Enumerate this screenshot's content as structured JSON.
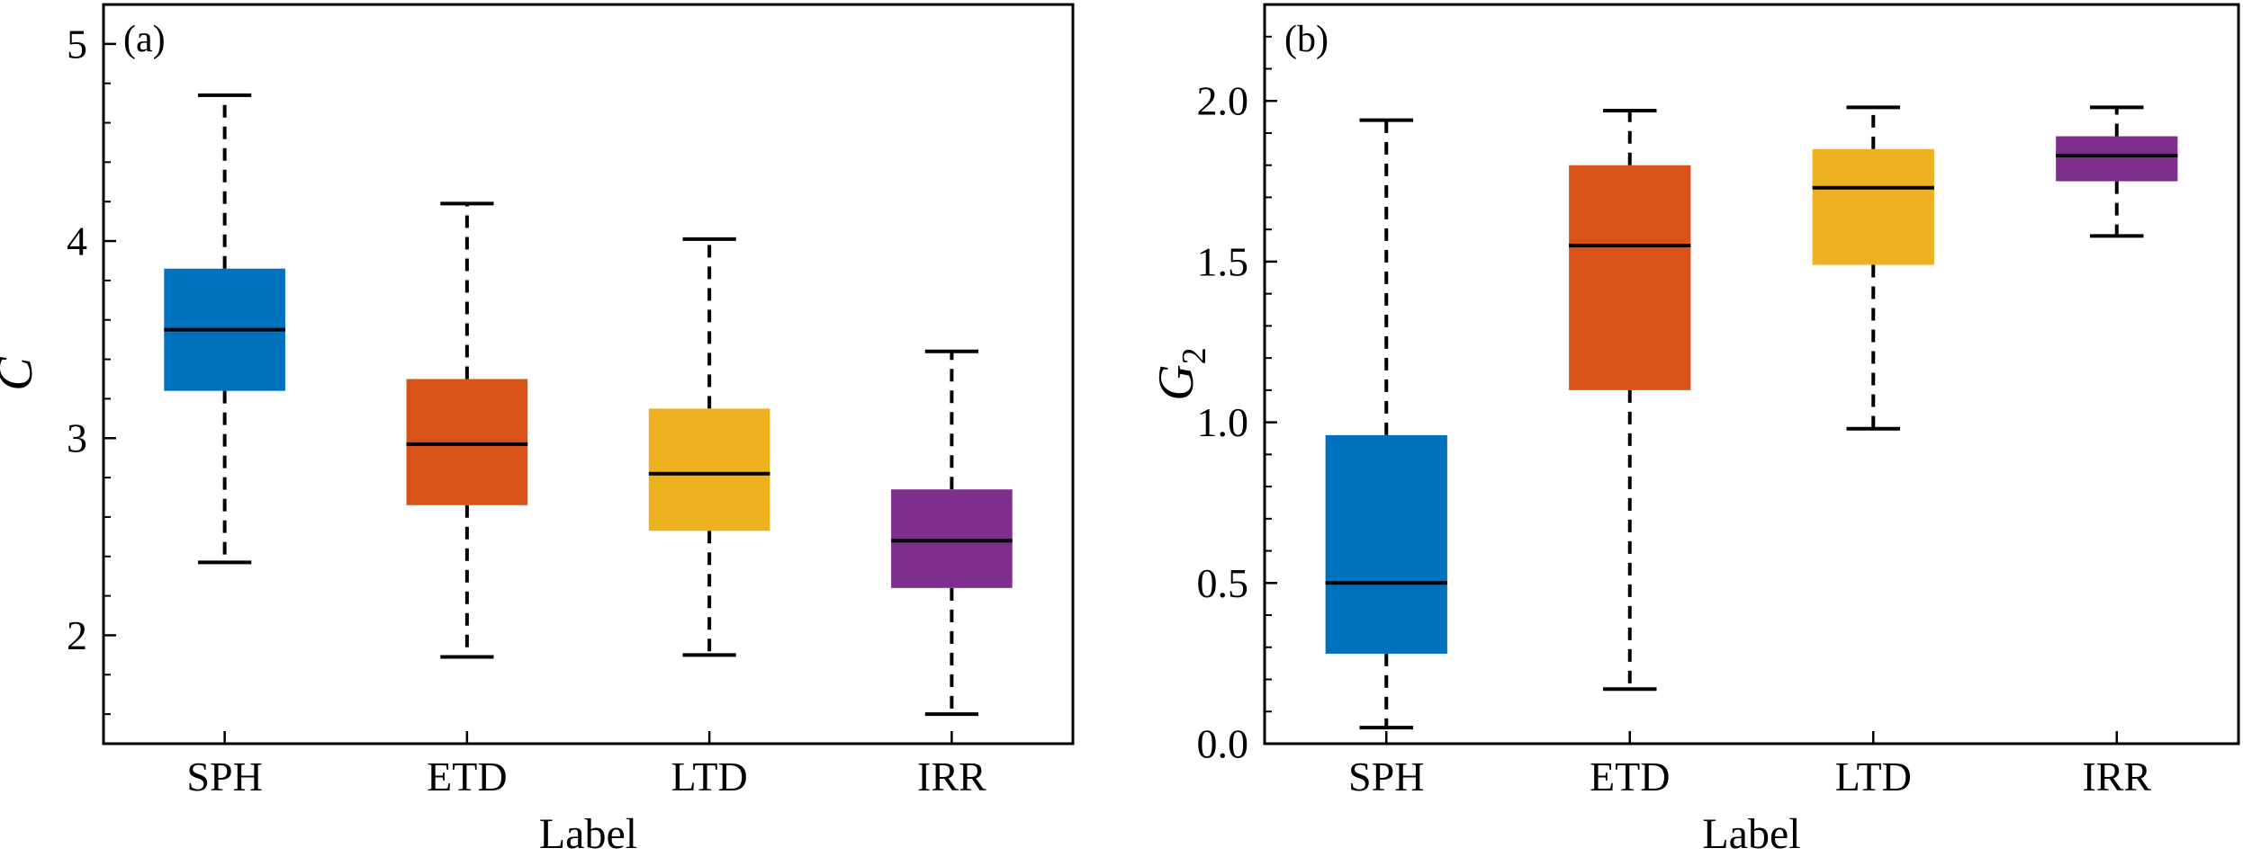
{
  "chart_data": [
    {
      "type": "box",
      "panel_label": "(a)",
      "xlabel": "Label",
      "ylabel": "C",
      "ylabel_sub": "",
      "ylim": [
        1.45,
        5.2
      ],
      "yticks": [
        {
          "value": 2,
          "label": "2"
        },
        {
          "value": 3,
          "label": "3"
        },
        {
          "value": 4,
          "label": "4"
        },
        {
          "value": 5,
          "label": "5"
        }
      ],
      "yminor_step": 0.2,
      "categories": [
        "SPH",
        "ETD",
        "LTD",
        "IRR"
      ],
      "colors": [
        "#0072BD",
        "#D95319",
        "#EDB120",
        "#7E2F8E"
      ],
      "boxes": [
        {
          "whisker_low": 2.37,
          "q1": 3.24,
          "median": 3.55,
          "q3": 3.86,
          "whisker_high": 4.74
        },
        {
          "whisker_low": 1.89,
          "q1": 2.66,
          "median": 2.97,
          "q3": 3.3,
          "whisker_high": 4.19
        },
        {
          "whisker_low": 1.9,
          "q1": 2.53,
          "median": 2.82,
          "q3": 3.15,
          "whisker_high": 4.01
        },
        {
          "whisker_low": 1.6,
          "q1": 2.24,
          "median": 2.48,
          "q3": 2.74,
          "whisker_high": 3.44
        }
      ]
    },
    {
      "type": "box",
      "panel_label": "(b)",
      "xlabel": "Label",
      "ylabel": "G",
      "ylabel_sub": "2",
      "ylim": [
        0.0,
        2.3
      ],
      "yticks": [
        {
          "value": 0.0,
          "label": "0.0"
        },
        {
          "value": 0.5,
          "label": "0.5"
        },
        {
          "value": 1.0,
          "label": "1.0"
        },
        {
          "value": 1.5,
          "label": "1.5"
        },
        {
          "value": 2.0,
          "label": "2.0"
        }
      ],
      "yminor_step": 0.1,
      "categories": [
        "SPH",
        "ETD",
        "LTD",
        "IRR"
      ],
      "colors": [
        "#0072BD",
        "#D95319",
        "#EDB120",
        "#7E2F8E"
      ],
      "boxes": [
        {
          "whisker_low": 0.05,
          "q1": 0.28,
          "median": 0.5,
          "q3": 0.96,
          "whisker_high": 1.94
        },
        {
          "whisker_low": 0.17,
          "q1": 1.1,
          "median": 1.55,
          "q3": 1.8,
          "whisker_high": 1.97
        },
        {
          "whisker_low": 0.98,
          "q1": 1.49,
          "median": 1.73,
          "q3": 1.85,
          "whisker_high": 1.98
        },
        {
          "whisker_low": 1.58,
          "q1": 1.75,
          "median": 1.83,
          "q3": 1.89,
          "whisker_high": 1.98
        }
      ]
    }
  ]
}
